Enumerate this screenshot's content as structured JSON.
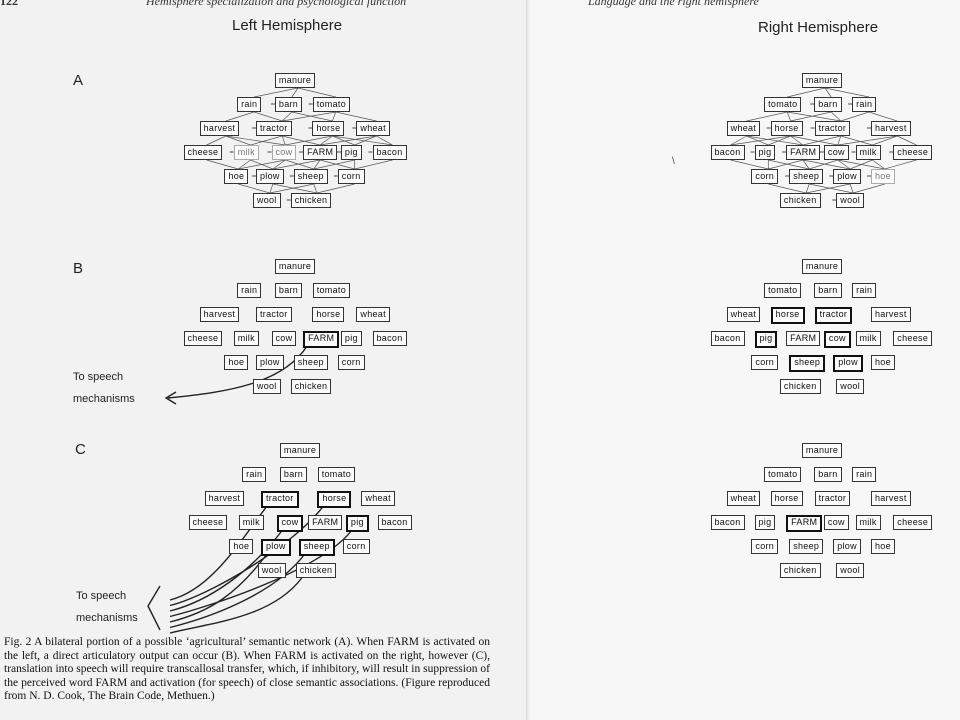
{
  "running_heads": {
    "page_number": "122",
    "left": "Hemisphere specialization and psychological function",
    "right": "Language and the right hemisphere"
  },
  "titles": {
    "left": "Left Hemisphere",
    "right": "Right Hemisphere"
  },
  "panel_letters": {
    "a": "A",
    "b": "B",
    "c": "C"
  },
  "speech": {
    "line1": "To speech",
    "line2": "mechanisms"
  },
  "networks": {
    "left": [
      [
        "manure"
      ],
      [
        "rain",
        "barn",
        "tomato"
      ],
      [
        "harvest",
        "tractor",
        "horse",
        "wheat"
      ],
      [
        "cheese",
        "milk",
        "cow",
        "FARM",
        "pig",
        "bacon"
      ],
      [
        "hoe",
        "plow",
        "sheep",
        "corn"
      ],
      [
        "wool",
        "chicken"
      ]
    ],
    "right": [
      [
        "manure"
      ],
      [
        "tomato",
        "barn",
        "rain"
      ],
      [
        "wheat",
        "horse",
        "tractor",
        "harvest"
      ],
      [
        "bacon",
        "pig",
        "FARM",
        "cow",
        "milk",
        "cheese"
      ],
      [
        "corn",
        "sheep",
        "plow",
        "hoe"
      ],
      [
        "chicken",
        "wool"
      ]
    ]
  },
  "caption": {
    "text": "Fig. 2   A bilateral portion of a possible ‘agricultural’ semantic network (A). When FARM is activated on the left, a direct articulatory output can occur (B). When FARM is activated on the right, however (C), translation into speech will require transcallosal transfer, which, if inhibitory, will result in suppression of the perceived word FARM and activation (for speech) of close semantic associations. (Figure reproduced from N. D. Cook, The Brain Code, Methuen.)"
  }
}
